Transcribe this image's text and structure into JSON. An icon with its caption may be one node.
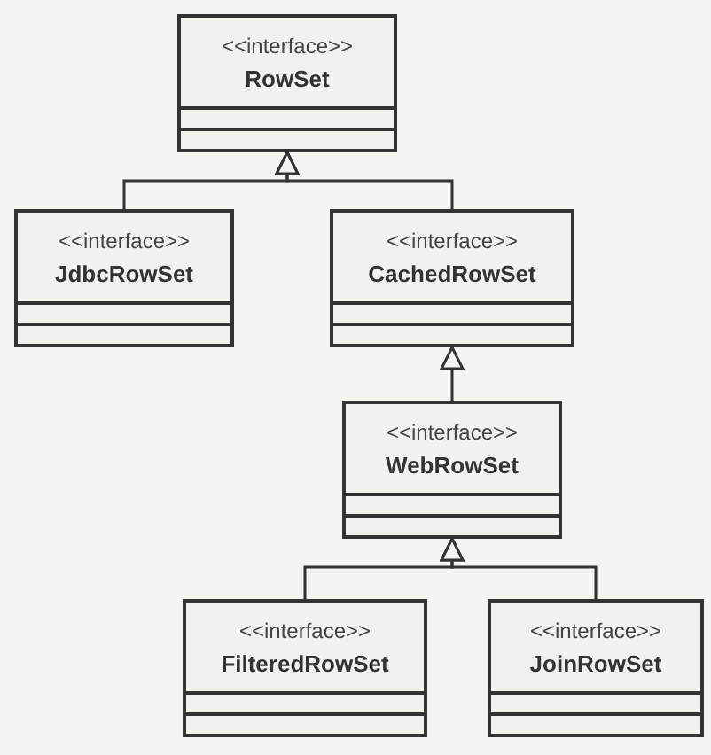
{
  "diagram": {
    "nodes": [
      {
        "text": [
          "<<interface>>",
          "RowSet"
        ]
      },
      {
        "text": [
          "<<interface>>",
          "JdbcRowSet"
        ]
      },
      {
        "text": [
          "<<interface>>",
          "CachedRowSet"
        ]
      },
      {
        "text": [
          "<<interface>>",
          "WebRowSet"
        ]
      },
      {
        "text": [
          "<<interface>>",
          "FilteredRowSet"
        ]
      },
      {
        "text": [
          "<<interface>>",
          "JoinRowSet"
        ]
      }
    ],
    "edges": [
      {
        "from": 1,
        "to": 0,
        "arrow": "to"
      },
      {
        "from": 2,
        "to": 0,
        "arrow": "to"
      },
      {
        "from": 3,
        "to": 2,
        "arrow": "to"
      },
      {
        "from": 4,
        "to": 3,
        "arrow": "to"
      },
      {
        "from": 5,
        "to": 3,
        "arrow": "to"
      }
    ]
  }
}
